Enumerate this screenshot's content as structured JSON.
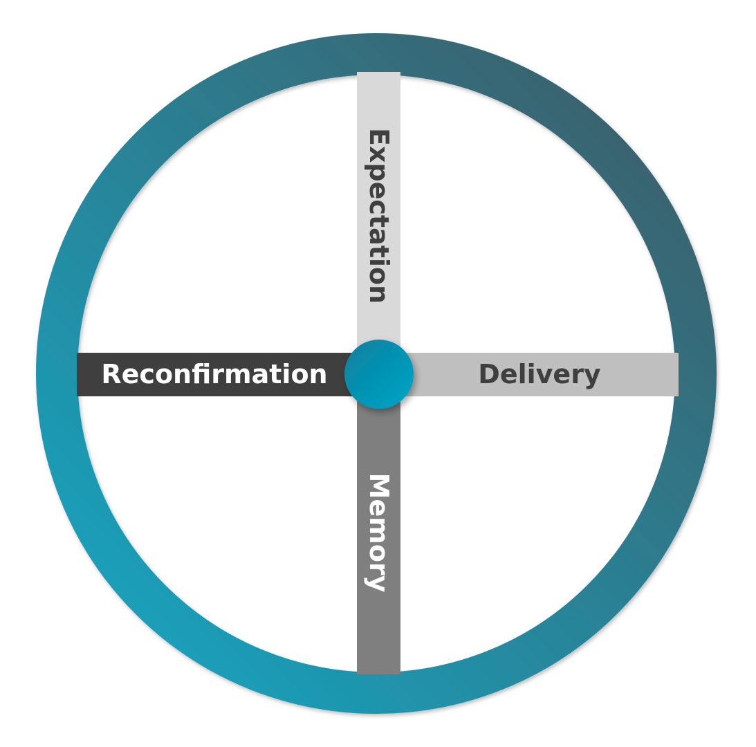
{
  "diagram": {
    "spokes": {
      "top": {
        "label": "Expectation",
        "color": "#d9d9d9",
        "text_color": "#3f3f3f"
      },
      "right": {
        "label": "Delivery",
        "color": "#bfbfbf",
        "text_color": "#3f3f3f"
      },
      "bottom": {
        "label": "Memory",
        "color": "#7f7f7f",
        "text_color": "#ffffff"
      },
      "left": {
        "label": "Reconfirmation",
        "color": "#3f3f3f",
        "text_color": "#ffffff"
      }
    },
    "ring": {
      "gradient_start": "#15a8c5",
      "gradient_end": "#3f5a64"
    },
    "hub": {
      "color_light": "#00a6c8",
      "color_dark": "#0a7f9c"
    }
  }
}
